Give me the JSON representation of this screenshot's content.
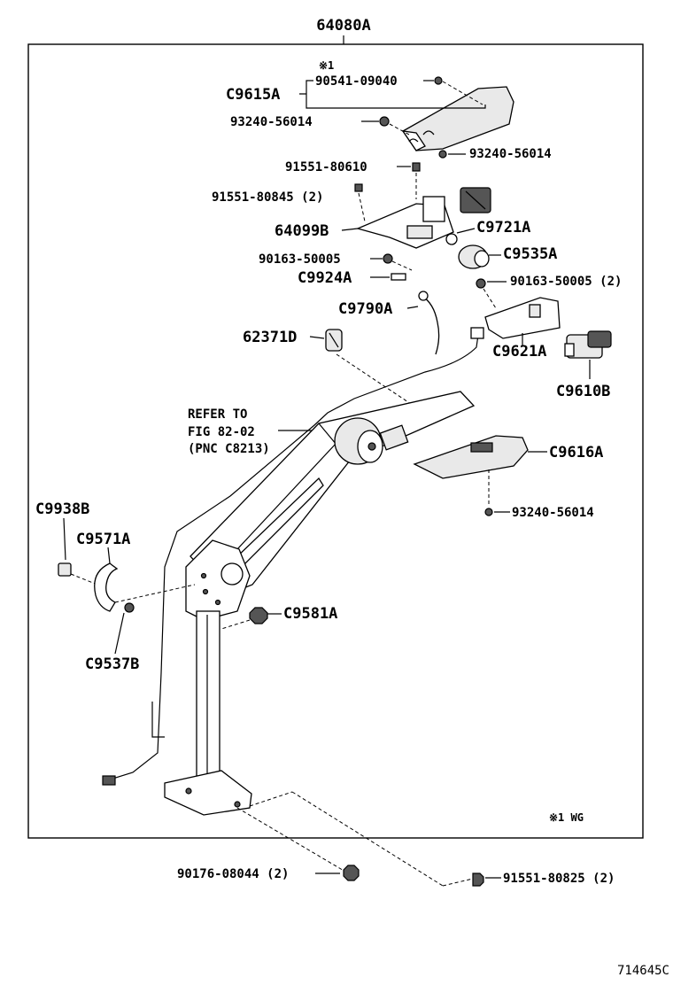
{
  "diagram": {
    "assembly_number": "64080A",
    "figure_code": "714645C",
    "footnote_mark": "※1",
    "footnote_text": "※1 WG",
    "refer_note": [
      "REFER TO",
      "FIG 82-02",
      "(PNC C8213)"
    ],
    "labels": {
      "c9615a": "C9615A",
      "p90541": "90541-09040",
      "p93240a": "93240-56014",
      "p93240b": "93240-56014",
      "p91551_80610": "91551-80610",
      "p91551_80845": "91551-80845 (2)",
      "c9721a": "C9721A",
      "p64099b": "64099B",
      "c9535a": "C9535A",
      "p90163a": "90163-50005",
      "c9924a": "C9924A",
      "p90163b": "90163-50005 (2)",
      "c9790a": "C9790A",
      "p62371d": "62371D",
      "c9621a": "C9621A",
      "c9610b": "C9610B",
      "c9616a": "C9616A",
      "p93240c": "93240-56014",
      "c9938b": "C9938B",
      "c9571a": "C9571A",
      "c9581a": "C9581A",
      "c9537b": "C9537B",
      "p90176": "90176-08044 (2)",
      "p91551_80825": "91551-80825 (2)"
    }
  }
}
